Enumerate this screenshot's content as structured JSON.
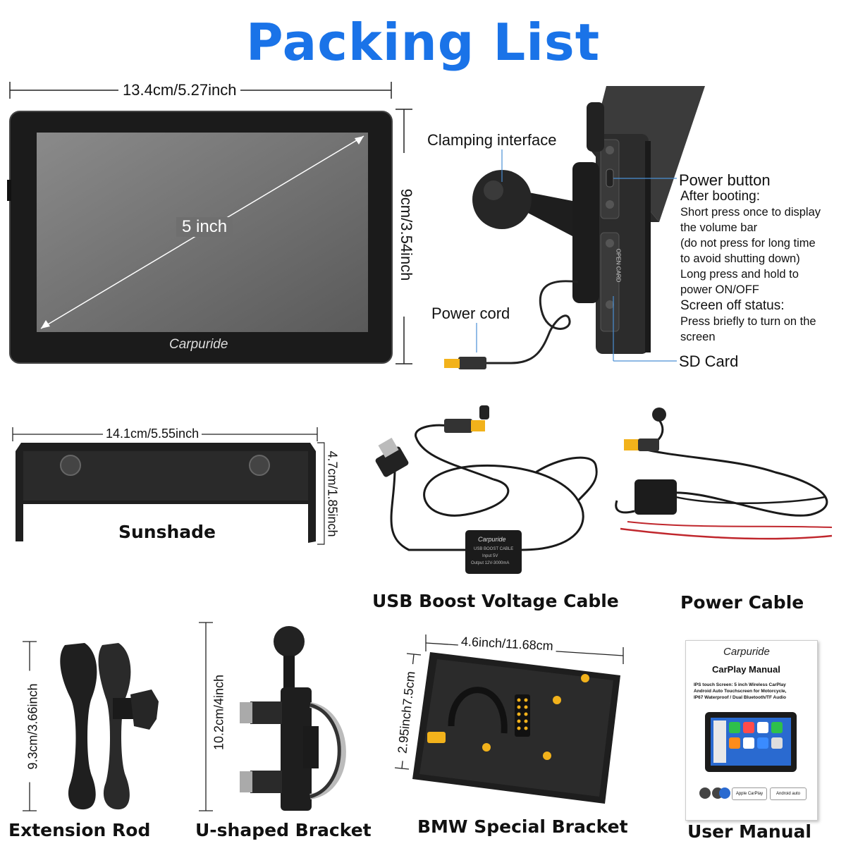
{
  "title": "Packing List",
  "display": {
    "width_dim": "13.4cm/5.27inch",
    "height_dim": "9cm/3.54inch",
    "diagonal": "5 inch",
    "brand": "Carpuride"
  },
  "side_view": {
    "clamping_interface": "Clamping interface",
    "power_button": "Power button",
    "after_booting": "After booting:",
    "short_press_1": "Short press once to display",
    "short_press_2": "the volume bar",
    "short_press_3": "(do not press for long time",
    "short_press_4": "to avoid shutting down)",
    "long_press_1": "Long press and hold to",
    "long_press_2": "power ON/OFF",
    "screen_off": "Screen off status:",
    "press_briefly_1": "Press briefly to turn on the",
    "press_briefly_2": "screen",
    "sd_card": "SD Card",
    "power_cord": "Power cord",
    "open_card": "OPEN CARD"
  },
  "sunshade": {
    "label": "Sunshade",
    "width_dim": "14.1cm/5.55inch",
    "height_dim": "4.7cm/1.85inch"
  },
  "usb_cable": {
    "label": "USB Boost Voltage Cable",
    "box_brand": "Carpuride",
    "box_line1": "USB BOOST CABLE",
    "box_line2": "Input 5V",
    "box_line3": "Output 12V-3000mA"
  },
  "power_cable": {
    "label": "Power Cable"
  },
  "extension_rod": {
    "label": "Extension Rod",
    "dim": "9.3cm/3.66inch"
  },
  "u_bracket": {
    "label": "U-shaped Bracket",
    "dim": "10.2cm/4inch"
  },
  "bmw_bracket": {
    "label": "BMW Special Bracket",
    "width_dim": "4.6inch/11.68cm",
    "height_dim": "2.95inch7.5cm"
  },
  "manual": {
    "label": "User Manual",
    "brand": "Carpuride",
    "title": "CarPlay Manual",
    "desc1": "IPS touch Screen: 5 inch Wireless CarPlay",
    "desc2": "Android Auto Touchscreen for Motorcycle,",
    "desc3": "IP67 Waterproof / Dual Bluetooth/TF Audio",
    "badge1": "Apple CarPlay",
    "badge2": "Android auto"
  },
  "colors": {
    "title_blue": "#1a73e8",
    "connector_yellow": "#f2b21b",
    "device_black": "#1c1c1c"
  }
}
